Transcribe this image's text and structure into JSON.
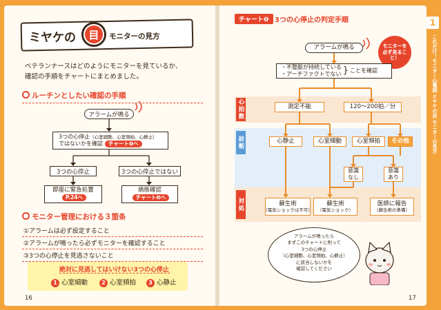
{
  "left": {
    "title_part1": "ミヤケの",
    "title_icon_char": "目",
    "title_part2": "モニターの見方",
    "intro_line1": "ベテランナースはどのようにモニターを見ているか、",
    "intro_line2": "確認の手順をチャートにまとめました。",
    "sec1": "ルーチンとしたい確認の手順",
    "flow": {
      "alarm": "アラームが鳴る",
      "check_l1a": "3つの心停止",
      "check_l1b": "（心室細動、心室頻拍、心静止）",
      "check_l2": "ではないかを確認",
      "chart_pill": "チャート❶へ",
      "yes": "3つの心停止",
      "no": "3つの心停止ではない",
      "yes_action": "即座に緊急処置",
      "yes_pill": "P.24へ",
      "no_action": "病態確認",
      "no_pill": "チャート❷へ"
    },
    "sec2": "モニター管理における３箇条",
    "rules": [
      "①アラームは必ず設定すること",
      "②アラームが鳴ったら必ずモニターを確認すること",
      "③3つの心停止を見逃さないこと"
    ],
    "warn_title": "絶対に見逃してはいけない3つの心停止",
    "warn_items": [
      {
        "num": "1",
        "label": "心室細動"
      },
      {
        "num": "2",
        "label": "心室頻拍"
      },
      {
        "num": "3",
        "label": "心静止"
      }
    ],
    "page_num": "16"
  },
  "right": {
    "chart_tag": "チャート❶",
    "chart_title": "3つの心停止の判定手順",
    "bubble": "モニターを必ず見ること！",
    "alarm": "アラームが鳴る",
    "check_a": "・不整脈が持続している",
    "check_b": "・アーチファクトでない",
    "check_suffix": "ことを確認",
    "band1": "心拍数",
    "band2": "診断",
    "band3": "対処",
    "unmeasurable": "測定不能",
    "rate": "120～200拍／分",
    "asystole": "心静止",
    "vf": "心室細動",
    "vt": "心室頻拍",
    "other": "その他",
    "unconscious": "意識\nなし",
    "conscious": "意識\nあり",
    "cpr1": "蘇生術",
    "cpr1_sub": "（電気ショックは不可）",
    "cpr2": "蘇生術",
    "cpr2_sub": "（電気ショック）",
    "report": "医師に報告",
    "report_sub": "（蘇生術の準備）",
    "note_lines": [
      "アラームが鳴ったら",
      "まずこのチャートに則って",
      "3つの心停止",
      "（心室細動、心室頻拍、心静止）",
      "に該当しないかを",
      "確認してください"
    ],
    "page_num": "17",
    "side_num": "1",
    "side_text": "これだけ！モニター心電図 ミヤケの目 モニターの見方"
  },
  "colors": {
    "accent": "#e6452c",
    "orange": "#f4a23a",
    "blue": "#5b9bd5"
  }
}
